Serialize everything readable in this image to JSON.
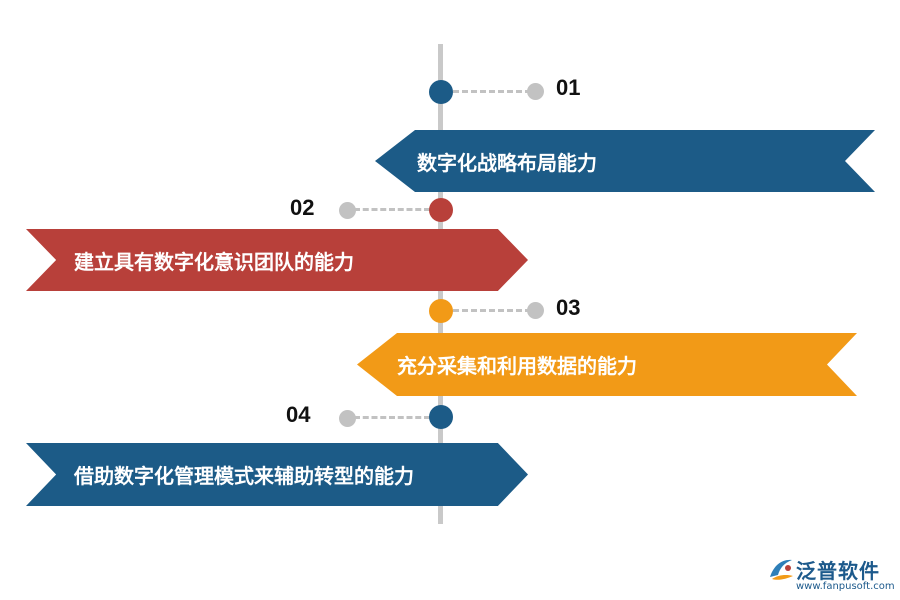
{
  "steps": [
    {
      "number": "01",
      "label": "数字化战略布局能力",
      "color": "#1c5b87"
    },
    {
      "number": "02",
      "label": "建立具有数字化意识团队的能力",
      "color": "#b8403a"
    },
    {
      "number": "03",
      "label": "充分采集和利用数据的能力",
      "color": "#f29a17"
    },
    {
      "number": "04",
      "label": "借助数字化管理模式来辅助转型的能力",
      "color": "#1c5b87"
    }
  ],
  "colors": {
    "axis": "#c9c9c9",
    "connector": "#c2c2c2"
  },
  "logo": {
    "name": "泛普软件",
    "url": "www.fanpusoft.com"
  }
}
